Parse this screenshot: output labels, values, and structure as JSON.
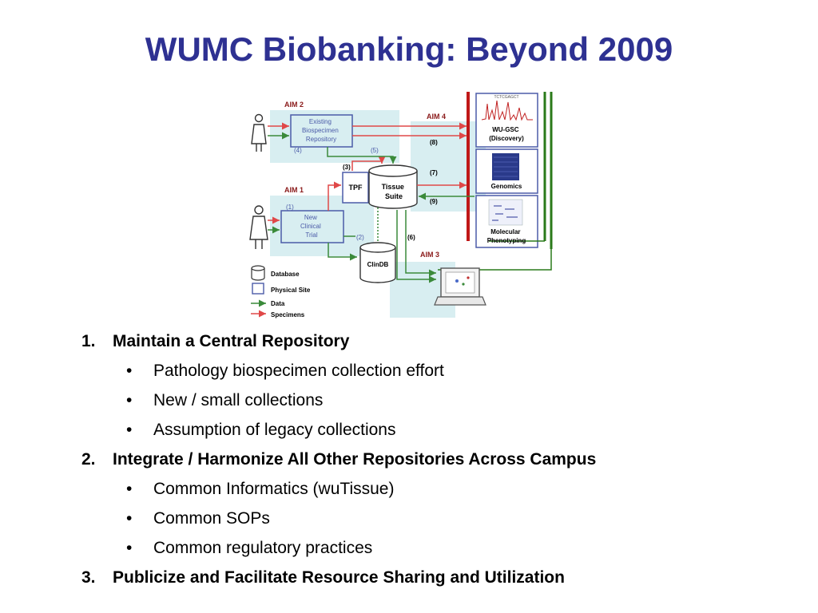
{
  "title": "WUMC Biobanking: Beyond 2009",
  "diagram": {
    "aims": {
      "aim2": "AIM 2",
      "aim1": "AIM 1",
      "aim4": "AIM 4",
      "aim3": "AIM 3"
    },
    "nodes": {
      "existing_repo": [
        "Existing",
        "Biospecimen",
        "Repository"
      ],
      "new_trial": [
        "New",
        "Clinical",
        "Trial"
      ],
      "tpf": "TPF",
      "tissue_suite": [
        "Tissue",
        "Suite"
      ],
      "clindb": "ClinDB",
      "wugsc": [
        "WU-GSC",
        "(Discovery)"
      ],
      "genomics": "Genomics",
      "phenotyping": [
        "Molecular",
        "Phenotyping"
      ]
    },
    "step_labels": {
      "s1": "(1)",
      "s2": "(2)",
      "s3": "(3)",
      "s4": "(4)",
      "s5": "(5)",
      "s6": "(6)",
      "s7": "(7)",
      "s8": "(8)",
      "s9": "(9)"
    },
    "legend": {
      "database": "Database",
      "physical_site": "Physical Site",
      "data": "Data",
      "specimens": "Specimens"
    },
    "colors": {
      "data_arrow": "#3A8A3A",
      "specimen_arrow": "#E04848",
      "aim_panel": "#D8EEF1",
      "site_box": "#4B5BA8",
      "aim_label": "#8A1A1A"
    }
  },
  "outline": [
    {
      "level": 1,
      "marker": "1.",
      "text": "Maintain a Central Repository"
    },
    {
      "level": 2,
      "marker": "•",
      "text": "Pathology biospecimen collection effort"
    },
    {
      "level": 2,
      "marker": "•",
      "text": "New  / small collections"
    },
    {
      "level": 2,
      "marker": "•",
      "text": "Assumption of legacy collections"
    },
    {
      "level": 1,
      "marker": "2.",
      "text": "Integrate / Harmonize All Other Repositories Across Campus"
    },
    {
      "level": 2,
      "marker": "•",
      "text": "Common Informatics (wuTissue)"
    },
    {
      "level": 2,
      "marker": "•",
      "text": "Common SOPs"
    },
    {
      "level": 2,
      "marker": "•",
      "text": "Common regulatory practices"
    },
    {
      "level": 1,
      "marker": "3.",
      "text": "Publicize and Facilitate Resource Sharing and Utilization"
    }
  ]
}
